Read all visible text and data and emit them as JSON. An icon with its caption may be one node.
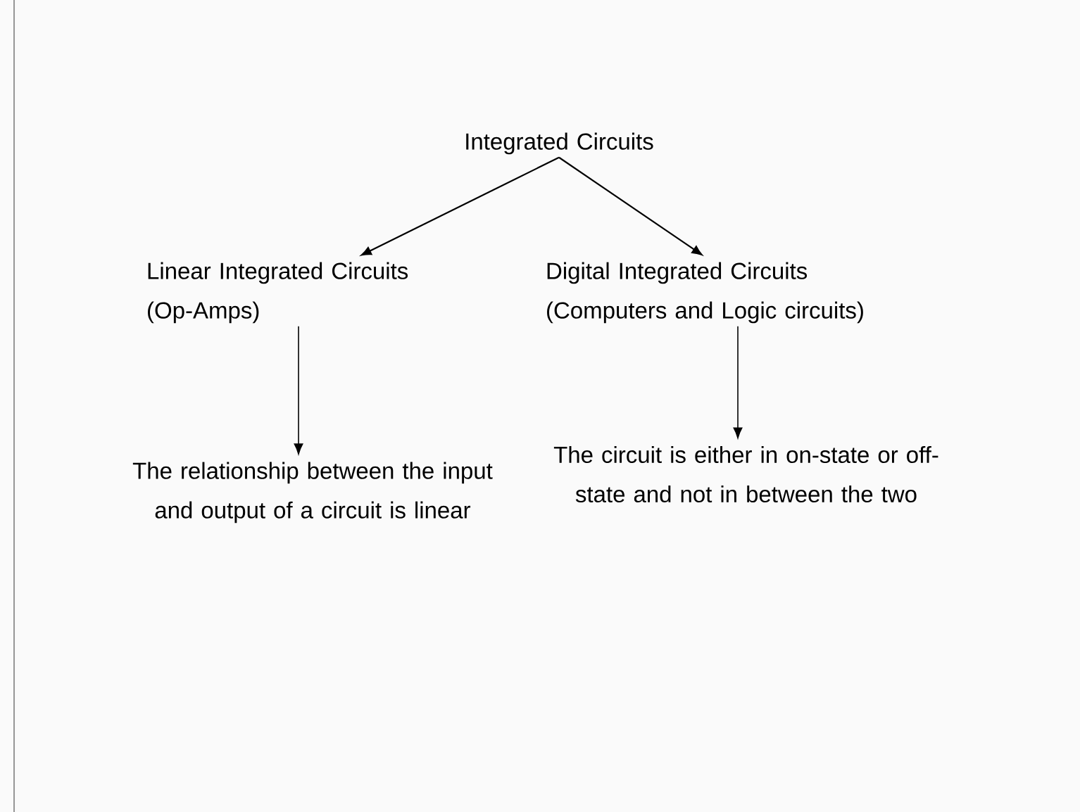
{
  "diagram": {
    "nodes": [
      {
        "text": [
          "Integrated Circuits"
        ]
      },
      {
        "text": [
          "Linear Integrated Circuits",
          "(Op-Amps)"
        ]
      },
      {
        "text": [
          "Digital Integrated Circuits",
          "(Computers and Logic circuits)"
        ]
      },
      {
        "text": [
          "The relationship between the input and output of a circuit is linear"
        ]
      },
      {
        "text": [
          "The circuit is either in on-state or off-state and not in between the two"
        ]
      }
    ],
    "edges": [
      {
        "from": 0,
        "to": 1,
        "arrow": "to"
      },
      {
        "from": 0,
        "to": 2,
        "arrow": "to"
      },
      {
        "from": 1,
        "to": 3,
        "arrow": "to"
      },
      {
        "from": 2,
        "to": 4,
        "arrow": "to"
      }
    ]
  }
}
